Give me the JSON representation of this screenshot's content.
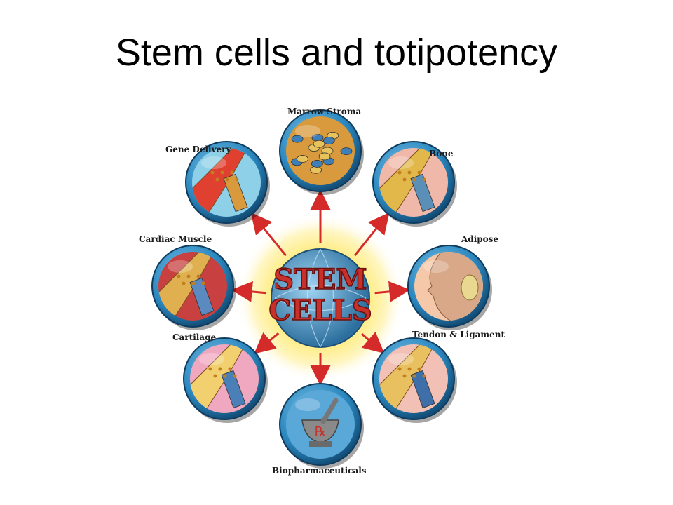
{
  "slide": {
    "title": "Stem cells and totipotency"
  },
  "center": {
    "line1": "STEM",
    "line2": "CELLS"
  },
  "nodes": [
    {
      "label": "Marrow Stroma",
      "icon": "marrow-stroma-icon"
    },
    {
      "label": "Bone",
      "icon": "bone-icon"
    },
    {
      "label": "Adipose",
      "icon": "adipose-icon"
    },
    {
      "label": "Tendon & Ligament",
      "icon": "tendon-ligament-icon"
    },
    {
      "label": "Biopharmaceuticals",
      "icon": "mortar-pestle-icon"
    },
    {
      "label": "Cartilage",
      "icon": "cartilage-icon"
    },
    {
      "label": "Cardiac Muscle",
      "icon": "cardiac-muscle-icon"
    },
    {
      "label": "Gene Delivery",
      "icon": "gene-delivery-icon"
    }
  ],
  "colors": {
    "arrow": "#d42a2a",
    "circle_rim": "#2a86bd",
    "center_text": "#c8302a",
    "center_glow": "#fff3a0"
  }
}
